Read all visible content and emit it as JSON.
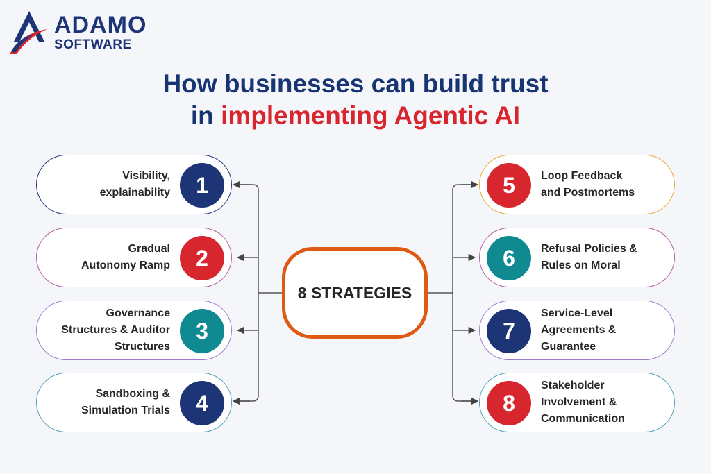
{
  "logo": {
    "name": "ADAMO",
    "sub": "SOFTWARE"
  },
  "title": {
    "line1": "How businesses can build trust",
    "line2_prefix": "in ",
    "line2_accent": "implementing Agentic AI"
  },
  "center": {
    "label": "8 STRATEGIES",
    "border_color": "#de5a13"
  },
  "colors": {
    "navy": "#1d3577",
    "red": "#d8262f",
    "teal": "#0f8a91",
    "orange": "#de5a13"
  },
  "strategies": [
    {
      "number": "1",
      "label": "Visibility,\nexplainability",
      "badge_color": "#1d3577",
      "border_color": "#1d3577"
    },
    {
      "number": "2",
      "label": "Gradual\nAutonomy Ramp",
      "badge_color": "#d8262f",
      "border_color": "#b25aa3"
    },
    {
      "number": "3",
      "label": "Governance\nStructures & Auditor\nStructures",
      "badge_color": "#0f8a91",
      "border_color": "#9a7cc9"
    },
    {
      "number": "4",
      "label": "Sandboxing &\nSimulation Trials",
      "badge_color": "#1d3577",
      "border_color": "#4aa0b8"
    },
    {
      "number": "5",
      "label": "Loop Feedback\nand Postmortems",
      "badge_color": "#d8262f",
      "border_color": "#e8a835"
    },
    {
      "number": "6",
      "label": "Refusal Policies &\nRules on Moral",
      "badge_color": "#0f8a91",
      "border_color": "#b25aa3"
    },
    {
      "number": "7",
      "label": "Service-Level\nAgreements &\nGuarantee",
      "badge_color": "#1d3577",
      "border_color": "#9a7cc9"
    },
    {
      "number": "8",
      "label": "Stakeholder\nInvolvement &\nCommunication",
      "badge_color": "#d8262f",
      "border_color": "#4aa0b8"
    }
  ]
}
